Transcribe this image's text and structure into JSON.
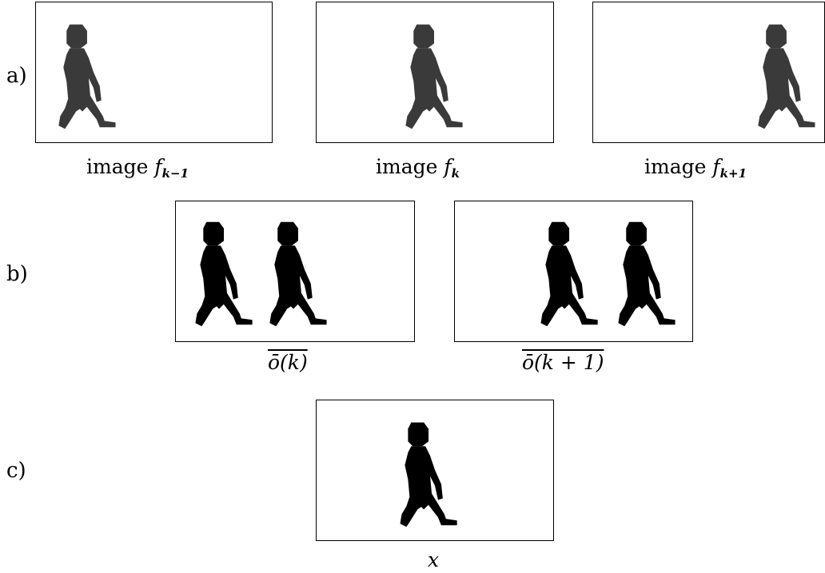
{
  "rows": {
    "a": {
      "label": "a)"
    },
    "b": {
      "label": "b)"
    },
    "c": {
      "label": "c)"
    }
  },
  "captions": {
    "a1": {
      "word": "image",
      "sym": "f",
      "sub": "k−1"
    },
    "a2": {
      "word": "image",
      "sym": "f",
      "sub": "k"
    },
    "a3": {
      "word": "image",
      "sym": "f",
      "sub": "k+1"
    },
    "b1": {
      "text": "ō(k)"
    },
    "b2": {
      "text": "ō(k + 1)"
    },
    "c1": {
      "text": "x"
    }
  },
  "colors": {
    "silhouette_gray": "#3a3a3a",
    "silhouette_black": "#000000",
    "frame_border": "#000000"
  }
}
